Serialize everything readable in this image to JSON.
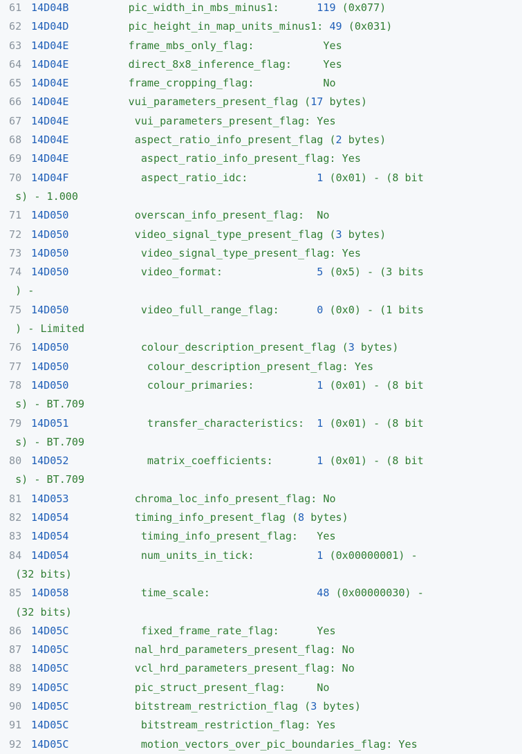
{
  "lines": [
    {
      "no": "61",
      "addr": "14D04B",
      "indent": 0,
      "label": "pic_width_in_mbs_minus1:      ",
      "num": "119",
      "rest": " (0x077)"
    },
    {
      "no": "62",
      "addr": "14D04D",
      "indent": 0,
      "label": "pic_height_in_map_units_minus1: ",
      "num": "49",
      "rest": " (0x031)"
    },
    {
      "no": "63",
      "addr": "14D04E",
      "indent": 0,
      "label": "frame_mbs_only_flag:           ",
      "num": "",
      "rest": "Yes"
    },
    {
      "no": "64",
      "addr": "14D04E",
      "indent": 0,
      "label": "direct_8x8_inference_flag:     ",
      "num": "",
      "rest": "Yes"
    },
    {
      "no": "65",
      "addr": "14D04E",
      "indent": 0,
      "label": "frame_cropping_flag:           ",
      "num": "",
      "rest": "No"
    },
    {
      "no": "66",
      "addr": "14D04E",
      "indent": 0,
      "label": "vui_parameters_present_flag (",
      "num": "17",
      "rest": " bytes)"
    },
    {
      "no": "67",
      "addr": "14D04E",
      "indent": 1,
      "label": "vui_parameters_present_flag: ",
      "num": "",
      "rest": "Yes"
    },
    {
      "no": "68",
      "addr": "14D04E",
      "indent": 1,
      "label": "aspect_ratio_info_present_flag (",
      "num": "2",
      "rest": " bytes)"
    },
    {
      "no": "69",
      "addr": "14D04E",
      "indent": 2,
      "label": "aspect_ratio_info_present_flag: ",
      "num": "",
      "rest": "Yes"
    },
    {
      "no": "70",
      "addr": "14D04F",
      "indent": 2,
      "label": "aspect_ratio_idc:           ",
      "num": "1",
      "rest": " (0x01) - (8 bit",
      "cont": "s) - 1.000"
    },
    {
      "no": "71",
      "addr": "14D050",
      "indent": 1,
      "label": "overscan_info_present_flag:  ",
      "num": "",
      "rest": "No"
    },
    {
      "no": "72",
      "addr": "14D050",
      "indent": 1,
      "label": "video_signal_type_present_flag (",
      "num": "3",
      "rest": " bytes)"
    },
    {
      "no": "73",
      "addr": "14D050",
      "indent": 2,
      "label": "video_signal_type_present_flag: ",
      "num": "",
      "rest": "Yes"
    },
    {
      "no": "74",
      "addr": "14D050",
      "indent": 2,
      "label": "video_format:               ",
      "num": "5",
      "rest": " (0x5) - (3 bits",
      "cont": ") -"
    },
    {
      "no": "75",
      "addr": "14D050",
      "indent": 2,
      "label": "video_full_range_flag:      ",
      "num": "0",
      "rest": " (0x0) - (1 bits",
      "cont": ") - Limited"
    },
    {
      "no": "76",
      "addr": "14D050",
      "indent": 2,
      "label": "colour_description_present_flag (",
      "num": "3",
      "rest": " bytes)"
    },
    {
      "no": "77",
      "addr": "14D050",
      "indent": 3,
      "label": "colour_description_present_flag: ",
      "num": "",
      "rest": "Yes"
    },
    {
      "no": "78",
      "addr": "14D050",
      "indent": 3,
      "label": "colour_primaries:          ",
      "num": "1",
      "rest": " (0x01) - (8 bit",
      "cont": "s) - BT.709"
    },
    {
      "no": "79",
      "addr": "14D051",
      "indent": 3,
      "label": "transfer_characteristics:  ",
      "num": "1",
      "rest": " (0x01) - (8 bit",
      "cont": "s) - BT.709"
    },
    {
      "no": "80",
      "addr": "14D052",
      "indent": 3,
      "label": "matrix_coefficients:       ",
      "num": "1",
      "rest": " (0x01) - (8 bit",
      "cont": "s) - BT.709"
    },
    {
      "no": "81",
      "addr": "14D053",
      "indent": 1,
      "label": "chroma_loc_info_present_flag: ",
      "num": "",
      "rest": "No"
    },
    {
      "no": "82",
      "addr": "14D054",
      "indent": 1,
      "label": "timing_info_present_flag (",
      "num": "8",
      "rest": " bytes)"
    },
    {
      "no": "83",
      "addr": "14D054",
      "indent": 2,
      "label": "timing_info_present_flag:   ",
      "num": "",
      "rest": "Yes"
    },
    {
      "no": "84",
      "addr": "14D054",
      "indent": 2,
      "label": "num_units_in_tick:          ",
      "num": "1",
      "rest": " (0x00000001) -",
      "cont": "(32 bits)"
    },
    {
      "no": "85",
      "addr": "14D058",
      "indent": 2,
      "label": "time_scale:                 ",
      "num": "48",
      "rest": " (0x00000030) -",
      "cont": "(32 bits)"
    },
    {
      "no": "86",
      "addr": "14D05C",
      "indent": 2,
      "label": "fixed_frame_rate_flag:      ",
      "num": "",
      "rest": "Yes"
    },
    {
      "no": "87",
      "addr": "14D05C",
      "indent": 1,
      "label": "nal_hrd_parameters_present_flag: ",
      "num": "",
      "rest": "No"
    },
    {
      "no": "88",
      "addr": "14D05C",
      "indent": 1,
      "label": "vcl_hrd_parameters_present_flag: ",
      "num": "",
      "rest": "No"
    },
    {
      "no": "89",
      "addr": "14D05C",
      "indent": 1,
      "label": "pic_struct_present_flag:     ",
      "num": "",
      "rest": "No"
    },
    {
      "no": "90",
      "addr": "14D05C",
      "indent": 1,
      "label": "bitstream_restriction_flag (",
      "num": "3",
      "rest": " bytes)"
    },
    {
      "no": "91",
      "addr": "14D05C",
      "indent": 2,
      "label": "bitstream_restriction_flag: ",
      "num": "",
      "rest": "Yes"
    },
    {
      "no": "92",
      "addr": "14D05C",
      "indent": 2,
      "label": "motion_vectors_over_pic_boundaries_flag: ",
      "num": "",
      "rest": "Yes"
    }
  ]
}
